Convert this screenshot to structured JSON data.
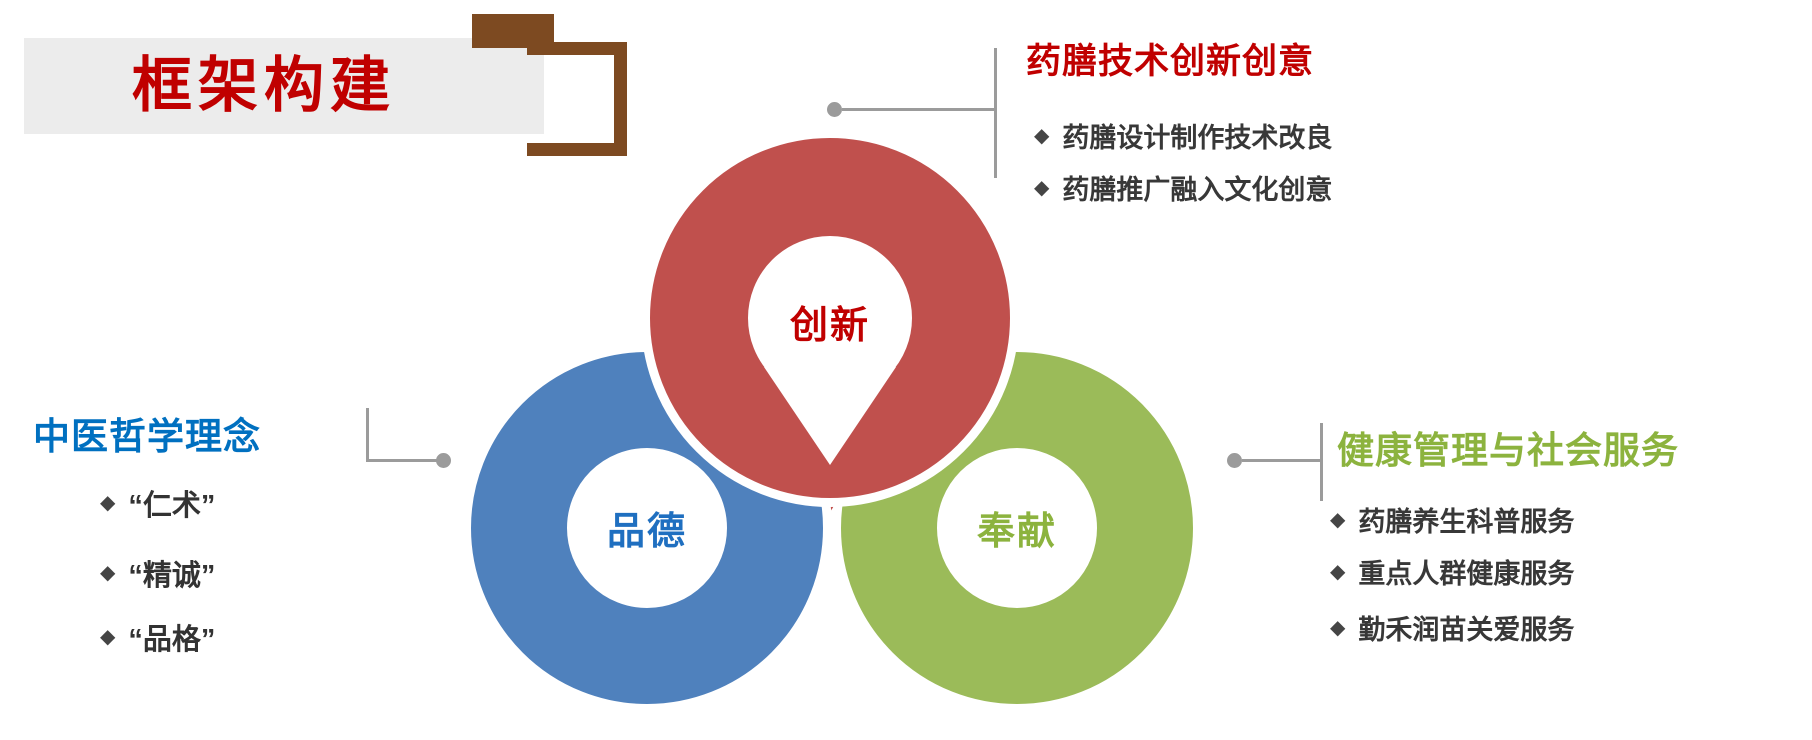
{
  "title": "框架构建",
  "bullet_icon": "◆",
  "diagram": {
    "rings": {
      "innovation": {
        "label": "创新",
        "ring_color": "#c0504d",
        "label_color": "#c00000"
      },
      "virtue": {
        "label": "品德",
        "ring_color": "#4f81bd",
        "label_color": "#1f6fc0"
      },
      "dedication": {
        "label": "奉献",
        "ring_color": "#9bbb59",
        "label_color": "#8cb33e"
      }
    }
  },
  "sections": {
    "innovation": {
      "heading": "药膳技术创新创意",
      "heading_color": "#c00000",
      "items": [
        "药膳设计制作技术改良",
        "药膳推广融入文化创意"
      ]
    },
    "philosophy": {
      "heading": "中医哲学理念",
      "heading_color": "#0070c0",
      "items": [
        "“仁术”",
        "“精诚”",
        "“品格”"
      ]
    },
    "service": {
      "heading": "健康管理与社会服务",
      "heading_color": "#8cb33e",
      "items": [
        "药膳养生科普服务",
        "重点人群健康服务",
        "勤禾润苗关爱服务"
      ]
    }
  }
}
